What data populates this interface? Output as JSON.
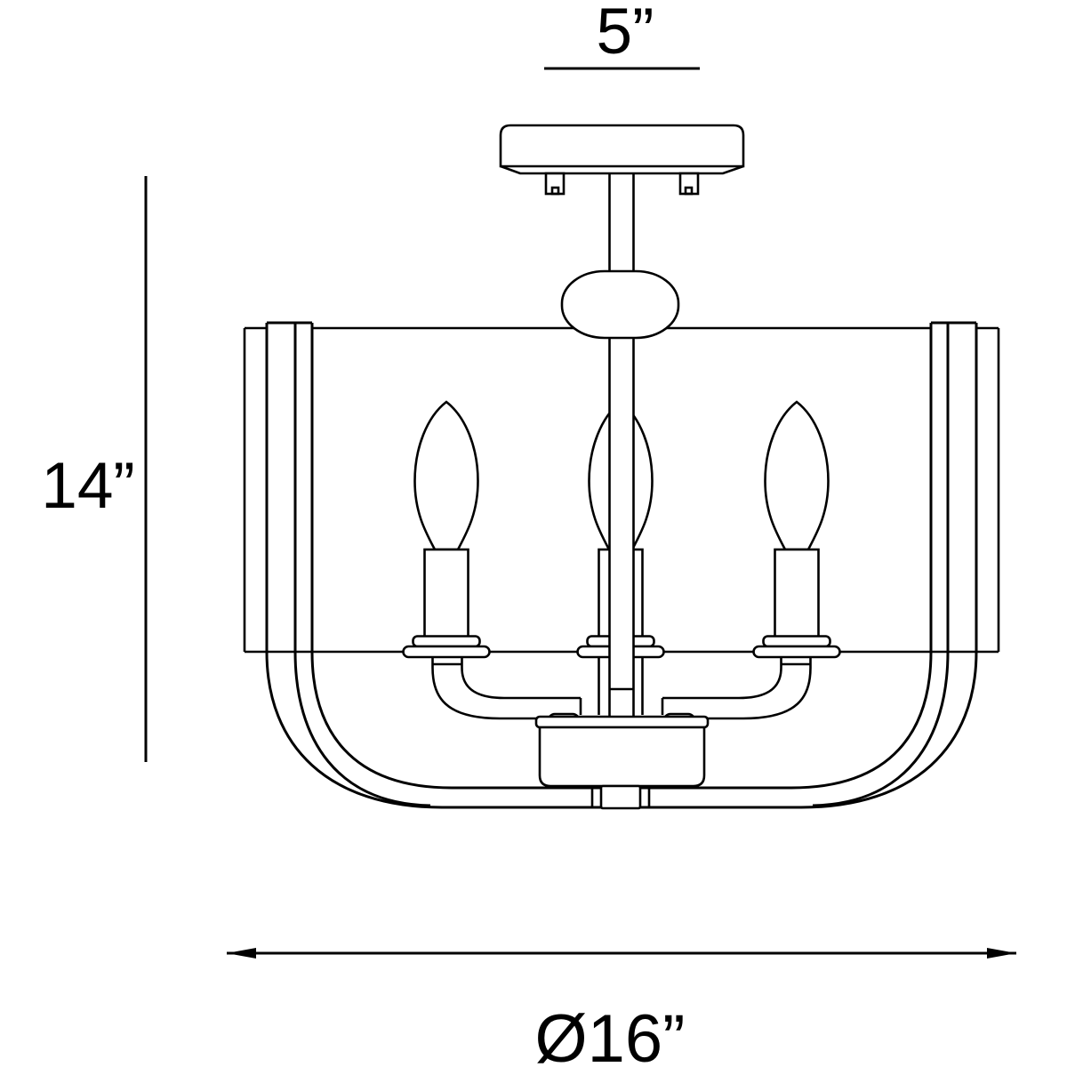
{
  "meta": {
    "background_color": "#ffffff",
    "line_color": "#000000",
    "figure": "ceiling-light-fixture-dimension-diagram"
  },
  "labels": {
    "canopy_width": "5”",
    "fixture_height": "14”",
    "fixture_diameter": "Ø16”"
  }
}
